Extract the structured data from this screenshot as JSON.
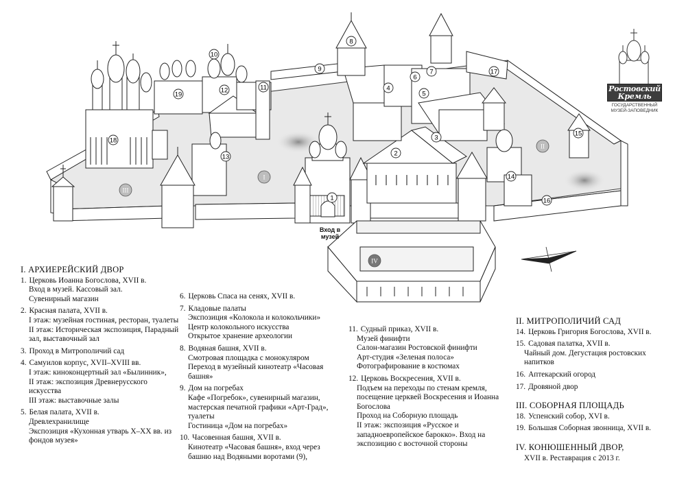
{
  "map": {
    "markers": [
      "1",
      "2",
      "3",
      "4",
      "5",
      "6",
      "7",
      "8",
      "9",
      "10",
      "11",
      "12",
      "13",
      "14",
      "15",
      "16",
      "17",
      "18",
      "19"
    ],
    "zones": [
      "I",
      "II",
      "III",
      "IV"
    ],
    "entrance_label": "Вход в музей"
  },
  "logo": {
    "title_line1": "Ростовский",
    "title_line2": "Кремль",
    "subtitle_line1": "ГОСУДАРСТВЕННЫЙ",
    "subtitle_line2": "МУЗЕЙ-ЗАПОВЕДНИК"
  },
  "legend": {
    "col1": {
      "section": "I.  АРХИЕРЕЙСКИЙ ДВОР",
      "items": [
        {
          "num": "1.",
          "title": "Церковь Иоанна Богослова, XVII в.",
          "details": [
            "Вход в музей. Кассовый зал.",
            "Сувенирный магазин"
          ]
        },
        {
          "num": "2.",
          "title": "Красная палата, XVII в.",
          "details": [
            "I этаж: музейная гостиная, ресторан, туалеты",
            "II этаж: Историческая экспозиция, Парадный зал, выставочный зал"
          ]
        },
        {
          "num": "3.",
          "title": "Проход в  Митрополичий сад",
          "details": []
        },
        {
          "num": "4.",
          "title": "Самуилов корпус, XVII–XVIII вв.",
          "details": [
            "I этаж: киноконцертный зал «Былинник»,",
            "II этаж: экспозиция Древнерусского искусства",
            "III этаж: выставочные залы"
          ]
        },
        {
          "num": "5.",
          "title": "Белая палата, XVII в.",
          "details": [
            "Древлехранилище",
            "Экспозиция «Кухонная утварь X–XX вв. из фондов музея»"
          ]
        }
      ]
    },
    "col2": {
      "items": [
        {
          "num": "6.",
          "title": "Церковь Спаса на сенях, XVII в.",
          "details": []
        },
        {
          "num": "7.",
          "title": "Кладовые палаты",
          "details": [
            "Экспозиция «Колокола и колокольчики»",
            "Центр колокольного искусства",
            "Открытое хранение археологии"
          ]
        },
        {
          "num": "8.",
          "title": "Водяная башня, XVII в.",
          "details": [
            "Смотровая площадка с монокуляром",
            "Переход в музейный кинотеатр «Часовая башня»"
          ]
        },
        {
          "num": "9.",
          "title": "Дом на погребах",
          "details": [
            "Кафе «Погребок», сувенирный магазин, мастерская печатной графики «Арт-Град», туалеты",
            "Гостиница «Дом на погребах»"
          ]
        },
        {
          "num": "10.",
          "title": "Часовенная башня, XVII в.",
          "details": [
            "Кинотеатр «Часовая башня», вход через башню над Водяными воротами (9),"
          ]
        }
      ]
    },
    "col3": {
      "items": [
        {
          "num": "11.",
          "title": "Судный приказ, XVII в.",
          "details": [
            "Музей финифти",
            "Салон-магазин Ростовской финифти",
            "Арт-студия «Зеленая полоса»",
            "Фотографирование в костюмах"
          ]
        },
        {
          "num": "12.",
          "title": "Церковь Воскресения, XVII в.",
          "details": [
            "Подъем на переходы по стенам кремля, посещение церквей Воскресения и Иоанна Богослова",
            "Проход на  Соборную площадь",
            "II этаж: экспозиция «Русское и западноевропейское барокко». Вход на экспозицию с восточной стороны"
          ]
        }
      ]
    },
    "col4": {
      "sections": [
        {
          "section": "II.  МИТРОПОЛИЧИЙ САД",
          "items": [
            {
              "num": "14.",
              "title": "Церковь Григория Богослова, XVII в.",
              "details": []
            },
            {
              "num": "15.",
              "title": "Садовая палатка, XVII в.",
              "details": [
                "Чайный дом. Дегустация ростовских напитков"
              ]
            },
            {
              "num": "16.",
              "title": "Аптекарский огород",
              "details": []
            },
            {
              "num": "17.",
              "title": "Дровяной двор",
              "details": []
            }
          ]
        },
        {
          "section": "III. СОБОРНАЯ ПЛОЩАДЬ",
          "items": [
            {
              "num": "18.",
              "title": "Успенский собор, XVI в.",
              "details": []
            },
            {
              "num": "19.",
              "title": "Большая Соборная звонница, XVII в.",
              "details": []
            }
          ]
        },
        {
          "section": "IV.  КОНЮШЕННЫЙ ДВОР,",
          "items": [
            {
              "num": "",
              "title": "XVII в. Реставрация с 2013 г.",
              "details": []
            }
          ]
        }
      ]
    }
  }
}
